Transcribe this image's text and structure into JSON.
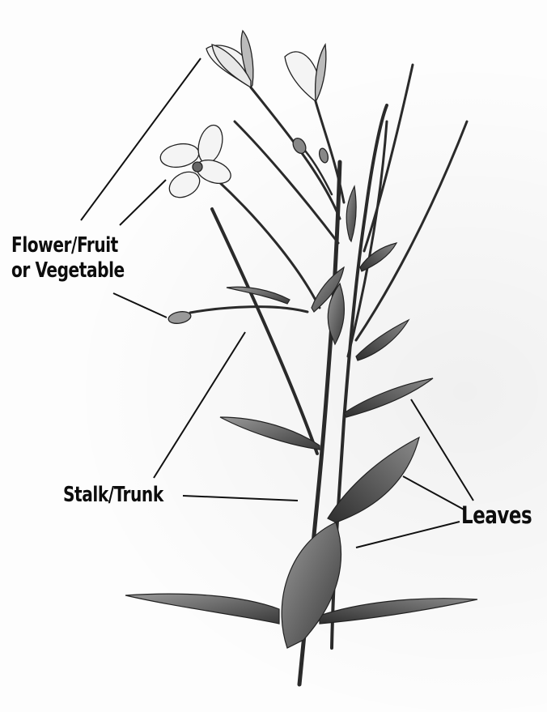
{
  "labels": {
    "flower_line1": "Flower/Fruit",
    "flower_line2": "or Vegetable",
    "stalk": "Stalk/Trunk",
    "leaves": "Leaves"
  },
  "colors": {
    "ink": "#1a1a1a",
    "leader": "#111111",
    "paper": "#fdfdfd"
  }
}
